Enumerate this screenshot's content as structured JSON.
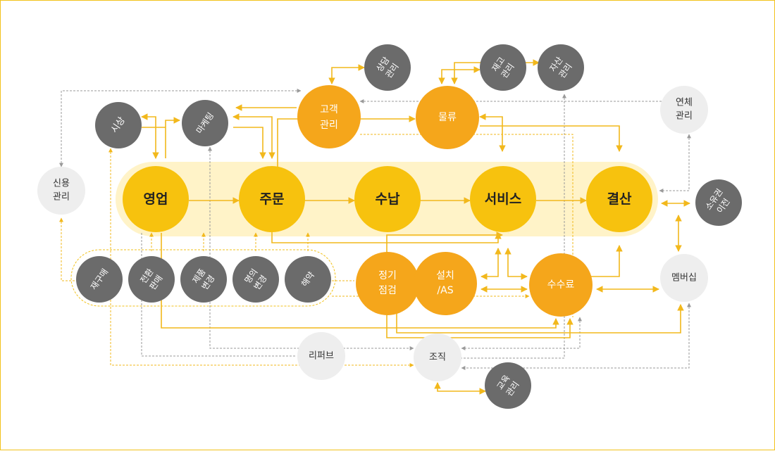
{
  "colors": {
    "primary": "#f7c20e",
    "secondary": "#f5a61b",
    "dark": "#6b6b6b",
    "light": "#eeeeee",
    "band": "#fff3c8",
    "arrow_yellow": "#f2b81c",
    "arrow_gray": "#9a9a9a"
  },
  "nodes": {
    "sales": "영업",
    "order": "주문",
    "delivery": "수납",
    "service": "서비스",
    "settlement": "결산",
    "customer": [
      "고객",
      "관리"
    ],
    "logistics": "물류",
    "consult": [
      "상담",
      "관리"
    ],
    "inventory": [
      "재고",
      "관리"
    ],
    "asset": [
      "자산",
      "관리"
    ],
    "overdue": [
      "연체",
      "관리"
    ],
    "credit": [
      "신용",
      "관리"
    ],
    "market": "시상",
    "marketing": "마케팅",
    "ownership": [
      "소유권",
      "이전"
    ],
    "membership": "멤버십",
    "inspection": [
      "정기",
      "점검"
    ],
    "install": [
      "설치",
      "/AS"
    ],
    "commission": "수수료",
    "organization": "조직",
    "referral": "리퍼브",
    "education": [
      "교육",
      "관리"
    ],
    "repurchase": "재구매",
    "conversion": [
      "전환",
      "판매"
    ],
    "product_change": [
      "제품",
      "변경"
    ],
    "name_change": [
      "명의",
      "변경"
    ],
    "cancel": "해약"
  }
}
